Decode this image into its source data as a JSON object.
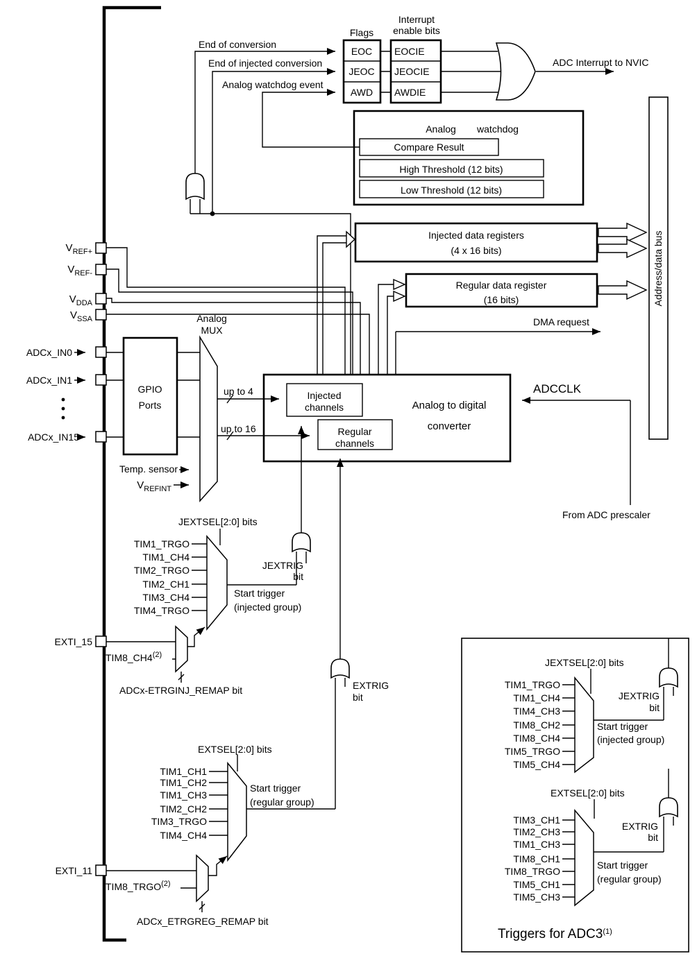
{
  "colors": {
    "ink": "#000000",
    "background": "#ffffff"
  },
  "flags_box": {
    "title": "Flags",
    "rows": [
      "EOC",
      "JEOC",
      "AWD"
    ]
  },
  "enable_box": {
    "title1": "Interrupt",
    "title2": "enable bits",
    "rows": [
      "EOCIE",
      "JEOCIE",
      "AWDIE"
    ]
  },
  "flag_sources": {
    "eoc": "End of conversion",
    "jeoc": "End of injected conversion",
    "awd": "Analog watchdog event"
  },
  "nvic_label": "ADC Interrupt to NVIC",
  "watchdog": {
    "title1": "Analog",
    "title2": "watchdog",
    "compare": "Compare Result",
    "high": "High Threshold (12 bits)",
    "low": "Low Threshold (12 bits)"
  },
  "registers": {
    "injected1": "Injected data registers",
    "injected2": "(4 x 16 bits)",
    "regular1": "Regular data register",
    "regular2": "(16 bits)"
  },
  "bus_label": "Address/data bus",
  "dma_label": "DMA request",
  "clock": {
    "adcclk": "ADCCLK",
    "prescaler": "From ADC prescaler"
  },
  "pins": {
    "vref_plus": {
      "main": "V",
      "sub": "REF+"
    },
    "vref_minus": {
      "main": "V",
      "sub": "REF-"
    },
    "vdda": {
      "main": "V",
      "sub": "DDA"
    },
    "vssa": {
      "main": "V",
      "sub": "SSA"
    },
    "in0": "ADCx_IN0",
    "in1": "ADCx_IN1",
    "in15": "ADCx_IN15",
    "exti15": "EXTI_15",
    "exti11": "EXTI_11"
  },
  "gpio": {
    "line1": "GPIO",
    "line2": "Ports"
  },
  "analog_mux": {
    "line1": "Analog",
    "line2": "MUX"
  },
  "internal_inputs": {
    "temp": "Temp. sensor",
    "vrefint": {
      "main": "V",
      "sub": "REFINT"
    }
  },
  "capacity": {
    "injected": "up to 4",
    "regular": "up to 16"
  },
  "adc_core": {
    "inj1": "Injected",
    "inj2": "channels",
    "reg1": "Regular",
    "reg2": "channels",
    "conv1": "Analog to digital",
    "conv2": "converter"
  },
  "triggers": {
    "injected": {
      "sel": "JEXTSEL[2:0] bits",
      "inputs": [
        "TIM1_TRGO",
        "TIM1_CH4",
        "TIM2_TRGO",
        "TIM2_CH1",
        "TIM3_CH4",
        "TIM4_TRGO"
      ],
      "gate": "JEXTRIG",
      "gate_bit": "bit",
      "start1": "Start trigger",
      "start2": "(injected group)",
      "remap_src": {
        "main": "TIM8_CH4",
        "sup": "(2)"
      },
      "remap_label": "ADCx-ETRGINJ_REMAP bit"
    },
    "regular": {
      "sel": "EXTSEL[2:0] bits",
      "inputs": [
        "TIM1_CH1",
        "TIM1_CH2",
        "TIM1_CH3",
        "TIM2_CH2",
        "TIM3_TRGO",
        "TIM4_CH4"
      ],
      "gate": "EXTRIG",
      "gate_bit": "bit",
      "start1": "Start trigger",
      "start2": "(regular group)",
      "remap_src": {
        "main": "TIM8_TRGO",
        "sup": "(2)"
      },
      "remap_label": "ADCx_ETRGREG_REMAP bit"
    }
  },
  "adc3": {
    "title": {
      "main": "Triggers for ADC3",
      "sup": "(1)"
    },
    "injected": {
      "sel": "JEXTSEL[2:0] bits",
      "inputs": [
        "TIM1_TRGO",
        "TIM1_CH4",
        "TIM4_CH3",
        "TIM8_CH2",
        "TIM8_CH4",
        "TIM5_TRGO",
        "TIM5_CH4"
      ],
      "gate": "JEXTRIG",
      "gate_bit": "bit",
      "start1": "Start trigger",
      "start2": "(injected group)"
    },
    "regular": {
      "sel": "EXTSEL[2:0] bits",
      "inputs": [
        "TIM3_CH1",
        "TIM2_CH3",
        "TIM1_CH3",
        "TIM8_CH1",
        "TIM8_TRGO",
        "TIM5_CH1",
        "TIM5_CH3"
      ],
      "gate": "EXTRIG",
      "gate_bit": "bit",
      "start1": "Start trigger",
      "start2": "(regular group)"
    }
  }
}
